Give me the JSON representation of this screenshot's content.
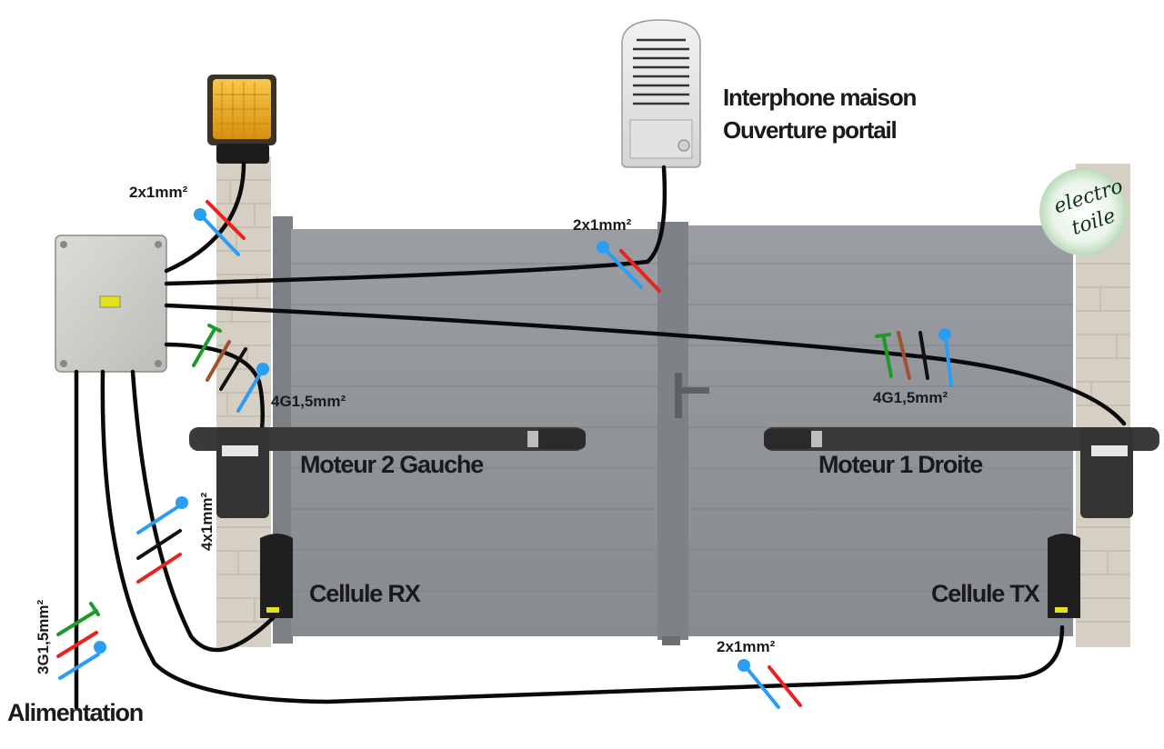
{
  "labels": {
    "interphone_line1": "Interphone maison",
    "interphone_line2": "Ouverture portail",
    "motor_left": "Moteur 2 Gauche",
    "motor_right": "Moteur 1 Droite",
    "cell_rx": "Cellule RX",
    "cell_tx": "Cellule TX",
    "power": "Alimentation"
  },
  "cables": {
    "flash_lamp": "2x1mm²",
    "intercom": "2x1mm²",
    "motor_left": "4G1,5mm²",
    "motor_right": "4G1,5mm²",
    "cell_rx": "4x1mm²",
    "cell_tx": "2x1mm²",
    "power": "3G1,5mm²"
  },
  "logo": {
    "line1": "electro",
    "line2": "toile"
  },
  "wire_colors": {
    "neutral": "#2a9df4",
    "phase": "#e8231f",
    "earth": "#1e9a2a",
    "brown": "#a0522d",
    "black": "#111111"
  },
  "colors": {
    "gate": "#8e9296",
    "post": "#d8d2c6",
    "cable": "#0a0a0a",
    "flash_lamp": "#f0b020",
    "logo_bg": "#e8f3e8"
  }
}
